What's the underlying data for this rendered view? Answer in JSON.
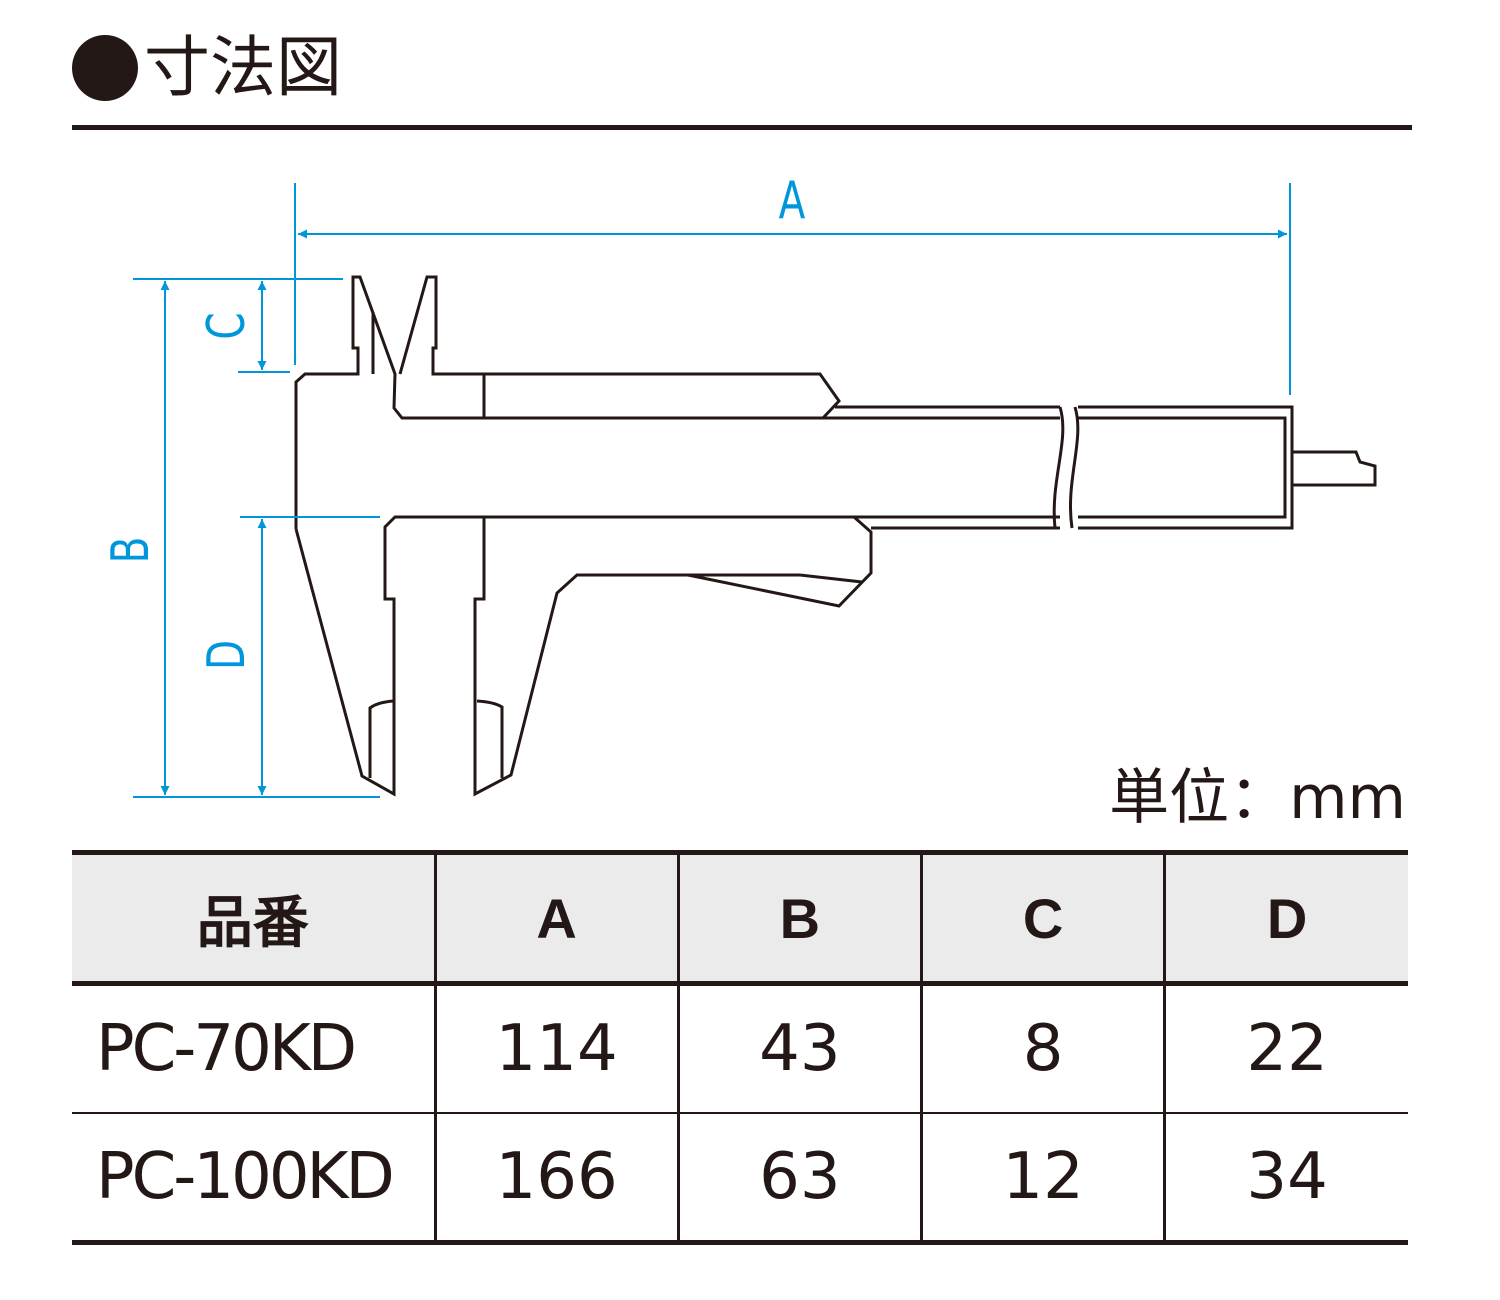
{
  "title": "寸法図",
  "unit_label": "単位：mm",
  "dimensions": {
    "a": "A",
    "b": "B",
    "c": "C",
    "d": "D"
  },
  "colors": {
    "dimension": "#0096dc",
    "ink": "#231815",
    "header_bg": "#ebebeb"
  },
  "table": {
    "headers": [
      "品番",
      "A",
      "B",
      "C",
      "D"
    ],
    "rows": [
      [
        "PC-70KD",
        "114",
        "43",
        "8",
        "22"
      ],
      [
        "PC-100KD",
        "166",
        "63",
        "12",
        "34"
      ]
    ]
  }
}
